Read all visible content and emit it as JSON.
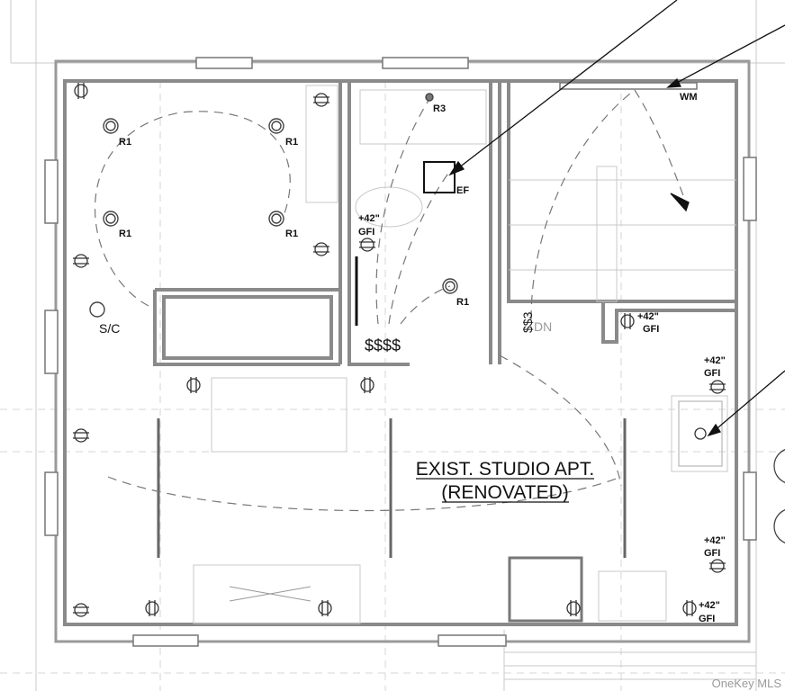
{
  "plan": {
    "title_line1": "EXIST. STUDIO APT.",
    "title_line2": "(RENOVATED)",
    "lights": [
      {
        "label": "R1"
      },
      {
        "label": "R1"
      },
      {
        "label": "R1"
      },
      {
        "label": "R1"
      },
      {
        "label": "R1"
      },
      {
        "label": "R3"
      }
    ],
    "exhaust_fan": "EF",
    "wm": "WM",
    "smoke_co": "S/C",
    "switch_bank": "$$$$",
    "stair_switch": "$$3",
    "stair_dn": "DN",
    "gfi_height": "+42\"",
    "gfi": "GFI"
  },
  "watermark": "OneKey MLS"
}
